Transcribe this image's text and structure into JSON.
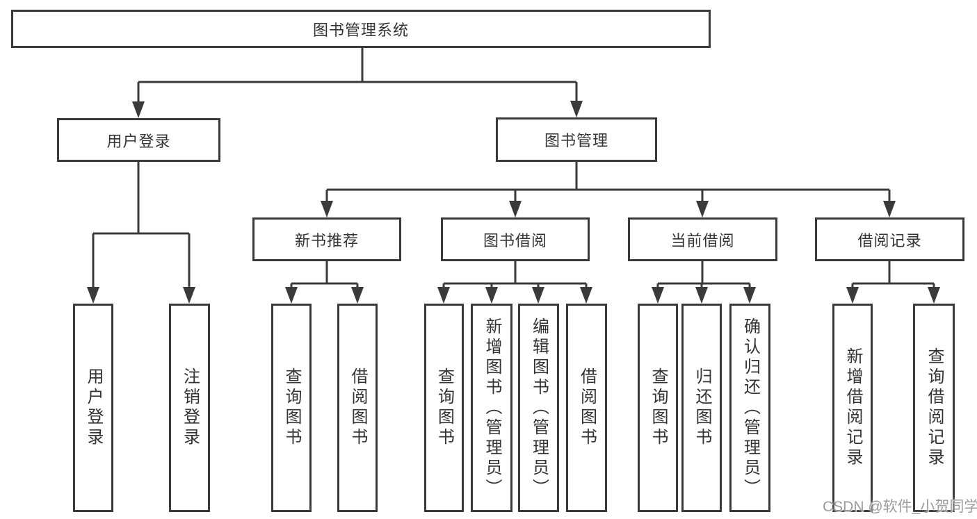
{
  "tree": {
    "label": "图书管理系统",
    "children": [
      {
        "label": "用户登录",
        "children": [
          {
            "label": "用户登录"
          },
          {
            "label": "注销登录"
          }
        ]
      },
      {
        "label": "图书管理",
        "children": [
          {
            "label": "新书推荐",
            "children": [
              {
                "label": "查询图书"
              },
              {
                "label": "借阅图书"
              }
            ]
          },
          {
            "label": "图书借阅",
            "children": [
              {
                "label": "查询图书"
              },
              {
                "label": "新增图书（管理员）"
              },
              {
                "label": "编辑图书（管理员）"
              },
              {
                "label": "借阅图书"
              }
            ]
          },
          {
            "label": "当前借阅",
            "children": [
              {
                "label": "查询图书"
              },
              {
                "label": "归还图书"
              },
              {
                "label": "确认归还（管理员）"
              }
            ]
          },
          {
            "label": "借阅记录",
            "children": [
              {
                "label": "新增借阅记录"
              },
              {
                "label": "查询借阅记录"
              }
            ]
          }
        ]
      }
    ]
  },
  "watermark": {
    "text": "CSDN @软件_小贺同学"
  },
  "colors": {
    "line": "#3a3a3a",
    "box_border": "#3a3a3a",
    "text": "#333333",
    "watermark": "#9b9b9b",
    "background": "#ffffff"
  }
}
